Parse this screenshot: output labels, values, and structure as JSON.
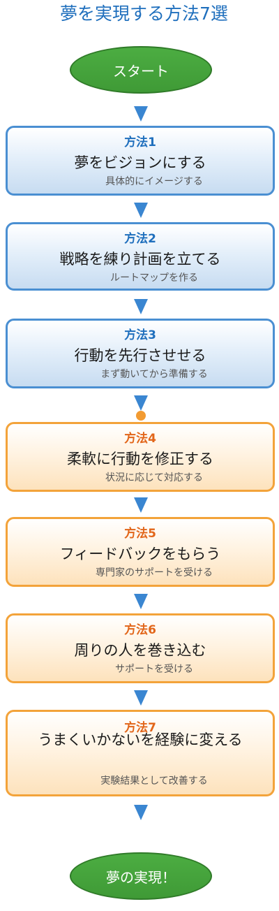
{
  "title": "夢を実現する方法7選",
  "start": "スタート",
  "end": "夢の実現！",
  "steps": [
    {
      "label": "方法1",
      "main": "夢をビジョンにする",
      "sub": "具体的にイメージする"
    },
    {
      "label": "方法2",
      "main": "戦略を練り計画を立てる",
      "sub": "ルートマップを作る"
    },
    {
      "label": "方法3",
      "main": "行動を先行させせる",
      "sub": "まず動いてから準備する"
    },
    {
      "label": "方法4",
      "main": "柔軟に行動を修正する",
      "sub": "状況に応じて対応する"
    },
    {
      "label": "方法5",
      "main": "フィードバックをもらう",
      "sub": "専門家のサポートを受ける"
    },
    {
      "label": "方法6",
      "main": "周りの人を巻き込む",
      "sub": "サポートを受ける"
    },
    {
      "label": "方法7",
      "main": "うまくいかないを経験に変える",
      "sub": "実験結果として改善する"
    }
  ],
  "colors": {
    "title": "#1f6fbd",
    "oval": "#3f9a36",
    "blue_border": "#4a8fd2",
    "orange_border": "#f3a33a",
    "arrow": "#3a86d1",
    "dot": "#f29b32"
  }
}
